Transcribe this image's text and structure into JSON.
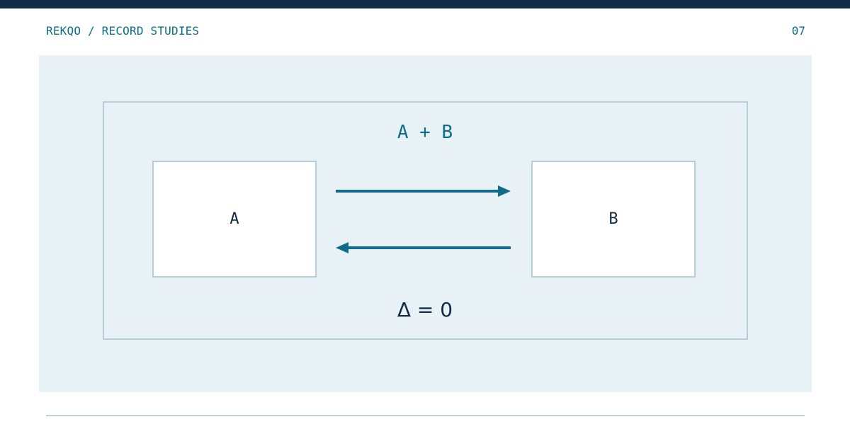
{
  "header": {
    "brand": "REKQO / RECORD STUDIES",
    "page_number": "07"
  },
  "diagram": {
    "combined_label": "A + B",
    "node_a": "A",
    "node_b": "B",
    "invariant": "Δ = 0",
    "edges": [
      {
        "from": "A",
        "to": "B"
      },
      {
        "from": "B",
        "to": "A"
      }
    ]
  },
  "colors": {
    "top_bar": "#112a45",
    "accent": "#0e6b8a",
    "canvas": "#e8f1f5",
    "border": "#b6cdd8",
    "text": "#112a45"
  }
}
